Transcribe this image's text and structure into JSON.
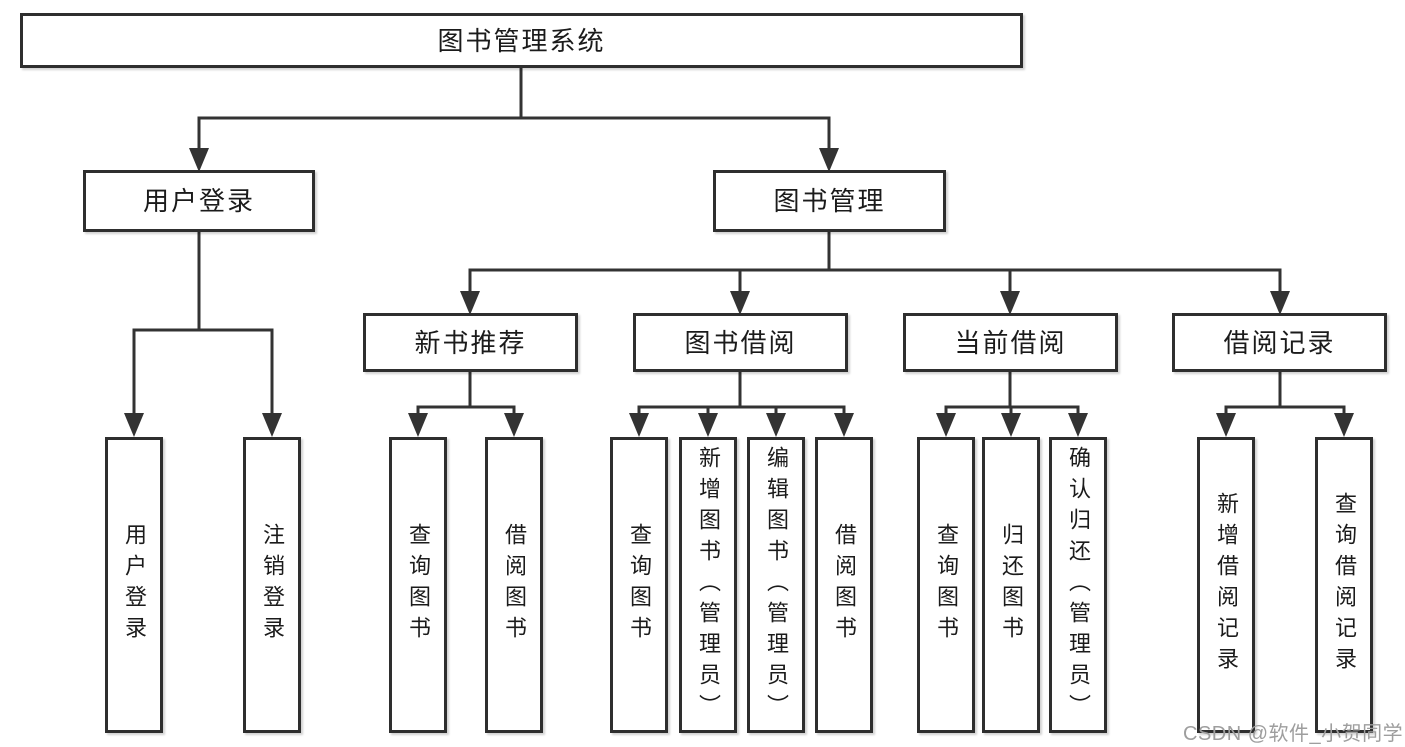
{
  "nodes": {
    "root": {
      "label": "图书管理系统"
    },
    "level2": [
      {
        "id": "user-login",
        "label": "用户登录"
      },
      {
        "id": "book-management",
        "label": "图书管理"
      }
    ],
    "level3": [
      {
        "id": "new-book-recommend",
        "label": "新书推荐"
      },
      {
        "id": "book-borrow",
        "label": "图书借阅"
      },
      {
        "id": "current-borrow",
        "label": "当前借阅"
      },
      {
        "id": "borrow-records",
        "label": "借阅记录"
      }
    ],
    "leaves": [
      {
        "id": "user-login-leaf",
        "label": "用户登录"
      },
      {
        "id": "logout",
        "label": "注销登录"
      },
      {
        "id": "query-book-recommend",
        "label": "查询图书"
      },
      {
        "id": "borrow-book-recommend",
        "label": "借阅图书"
      },
      {
        "id": "query-book-borrow",
        "label": "查询图书"
      },
      {
        "id": "add-book-admin",
        "label": "新增图书（管理员）"
      },
      {
        "id": "edit-book-admin",
        "label": "编辑图书（管理员）"
      },
      {
        "id": "borrow-book",
        "label": "借阅图书"
      },
      {
        "id": "query-book-current",
        "label": "查询图书"
      },
      {
        "id": "return-book",
        "label": "归还图书"
      },
      {
        "id": "confirm-return-admin",
        "label": "确认归还（管理员）"
      },
      {
        "id": "add-borrow-record",
        "label": "新增借阅记录"
      },
      {
        "id": "query-borrow-record",
        "label": "查询借阅记录"
      }
    ]
  },
  "watermark": {
    "text": "CSDN @软件_小贺同学"
  },
  "colors": {
    "line": "#333333",
    "box_border": "#2e2e2e",
    "box_fill": "#ffffff",
    "background": "#ffffff",
    "text": "#1b1b1b",
    "watermark": "#9e9e9e"
  }
}
